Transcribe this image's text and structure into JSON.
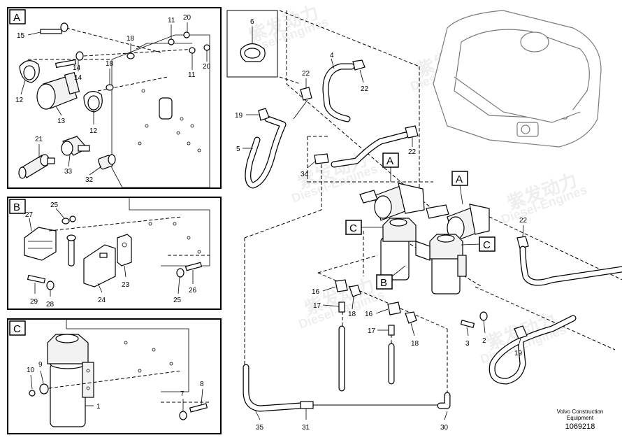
{
  "panels": [
    {
      "letter": "A"
    },
    {
      "letter": "B"
    },
    {
      "letter": "C"
    }
  ],
  "main_letters": [
    "A",
    "A",
    "C",
    "C",
    "B"
  ],
  "callouts": {
    "pa": [
      "15",
      "20",
      "11",
      "18",
      "18",
      "14",
      "14",
      "12",
      "13",
      "12",
      "11",
      "20",
      "21",
      "33",
      "32"
    ],
    "pb": [
      "25",
      "27",
      "29",
      "28",
      "24",
      "23",
      "25",
      "26"
    ],
    "pc": [
      "10",
      "9",
      "1",
      "7",
      "8"
    ],
    "main": [
      "6",
      "4",
      "22",
      "22",
      "19",
      "5",
      "22",
      "34",
      "22",
      "16",
      "17",
      "18",
      "16",
      "17",
      "18",
      "3",
      "2",
      "19",
      "35",
      "31",
      "30"
    ]
  },
  "watermark": {
    "brand_cn": "紫发动力",
    "brand_en": "Diesel-Engines"
  },
  "footer": {
    "company_line1": "Volvo Construction",
    "company_line2": "Equipment",
    "drawing_number": "1069218"
  },
  "colors": {
    "line": "#000000",
    "background": "#ffffff",
    "tank_outline": "#7a7a7a",
    "watermark": "#cfcfcf"
  }
}
